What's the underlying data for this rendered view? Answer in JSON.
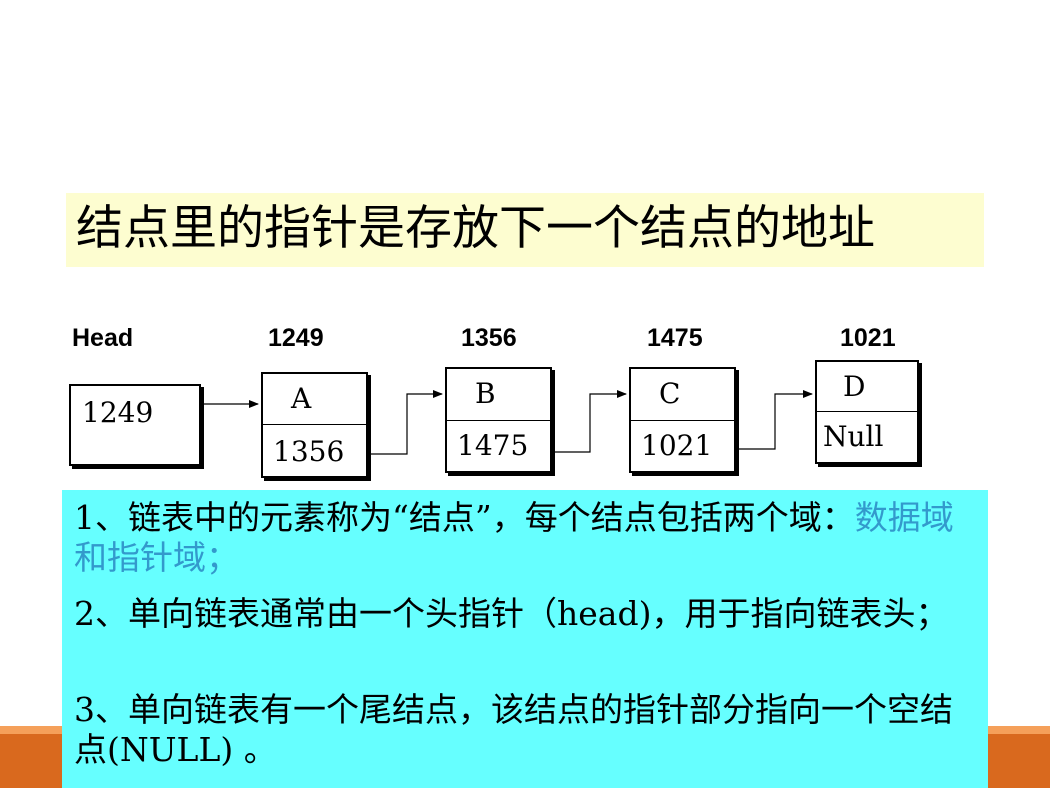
{
  "title": "结点里的指针是存放下一个结点的地址",
  "labels": {
    "head": "Head",
    "addr_a": "1249",
    "addr_b": "1356",
    "addr_c": "1475",
    "addr_d": "1021"
  },
  "head_node": {
    "pointer": "1249"
  },
  "nodes": [
    {
      "data": "A",
      "pointer": "1356"
    },
    {
      "data": "B",
      "pointer": "1475"
    },
    {
      "data": "C",
      "pointer": "1021"
    },
    {
      "data": "D",
      "pointer": "Null"
    }
  ],
  "notes": {
    "note1_text": "1、链表中的元素称为“结点”，每个结点包括两个域：",
    "note1_highlight": "数据域和指针域；",
    "note2": "2、单向链表通常由一个头指针（head)，用于指向链表头；",
    "note3": "3、单向链表有一个尾结点，该结点的指针部分指向一个空结点(NULL) 。"
  },
  "colors": {
    "title_bg": "#fdfdd0",
    "info_bg": "#66ffff",
    "highlight": "#3399cc",
    "accent_bar": "#d9691e"
  }
}
